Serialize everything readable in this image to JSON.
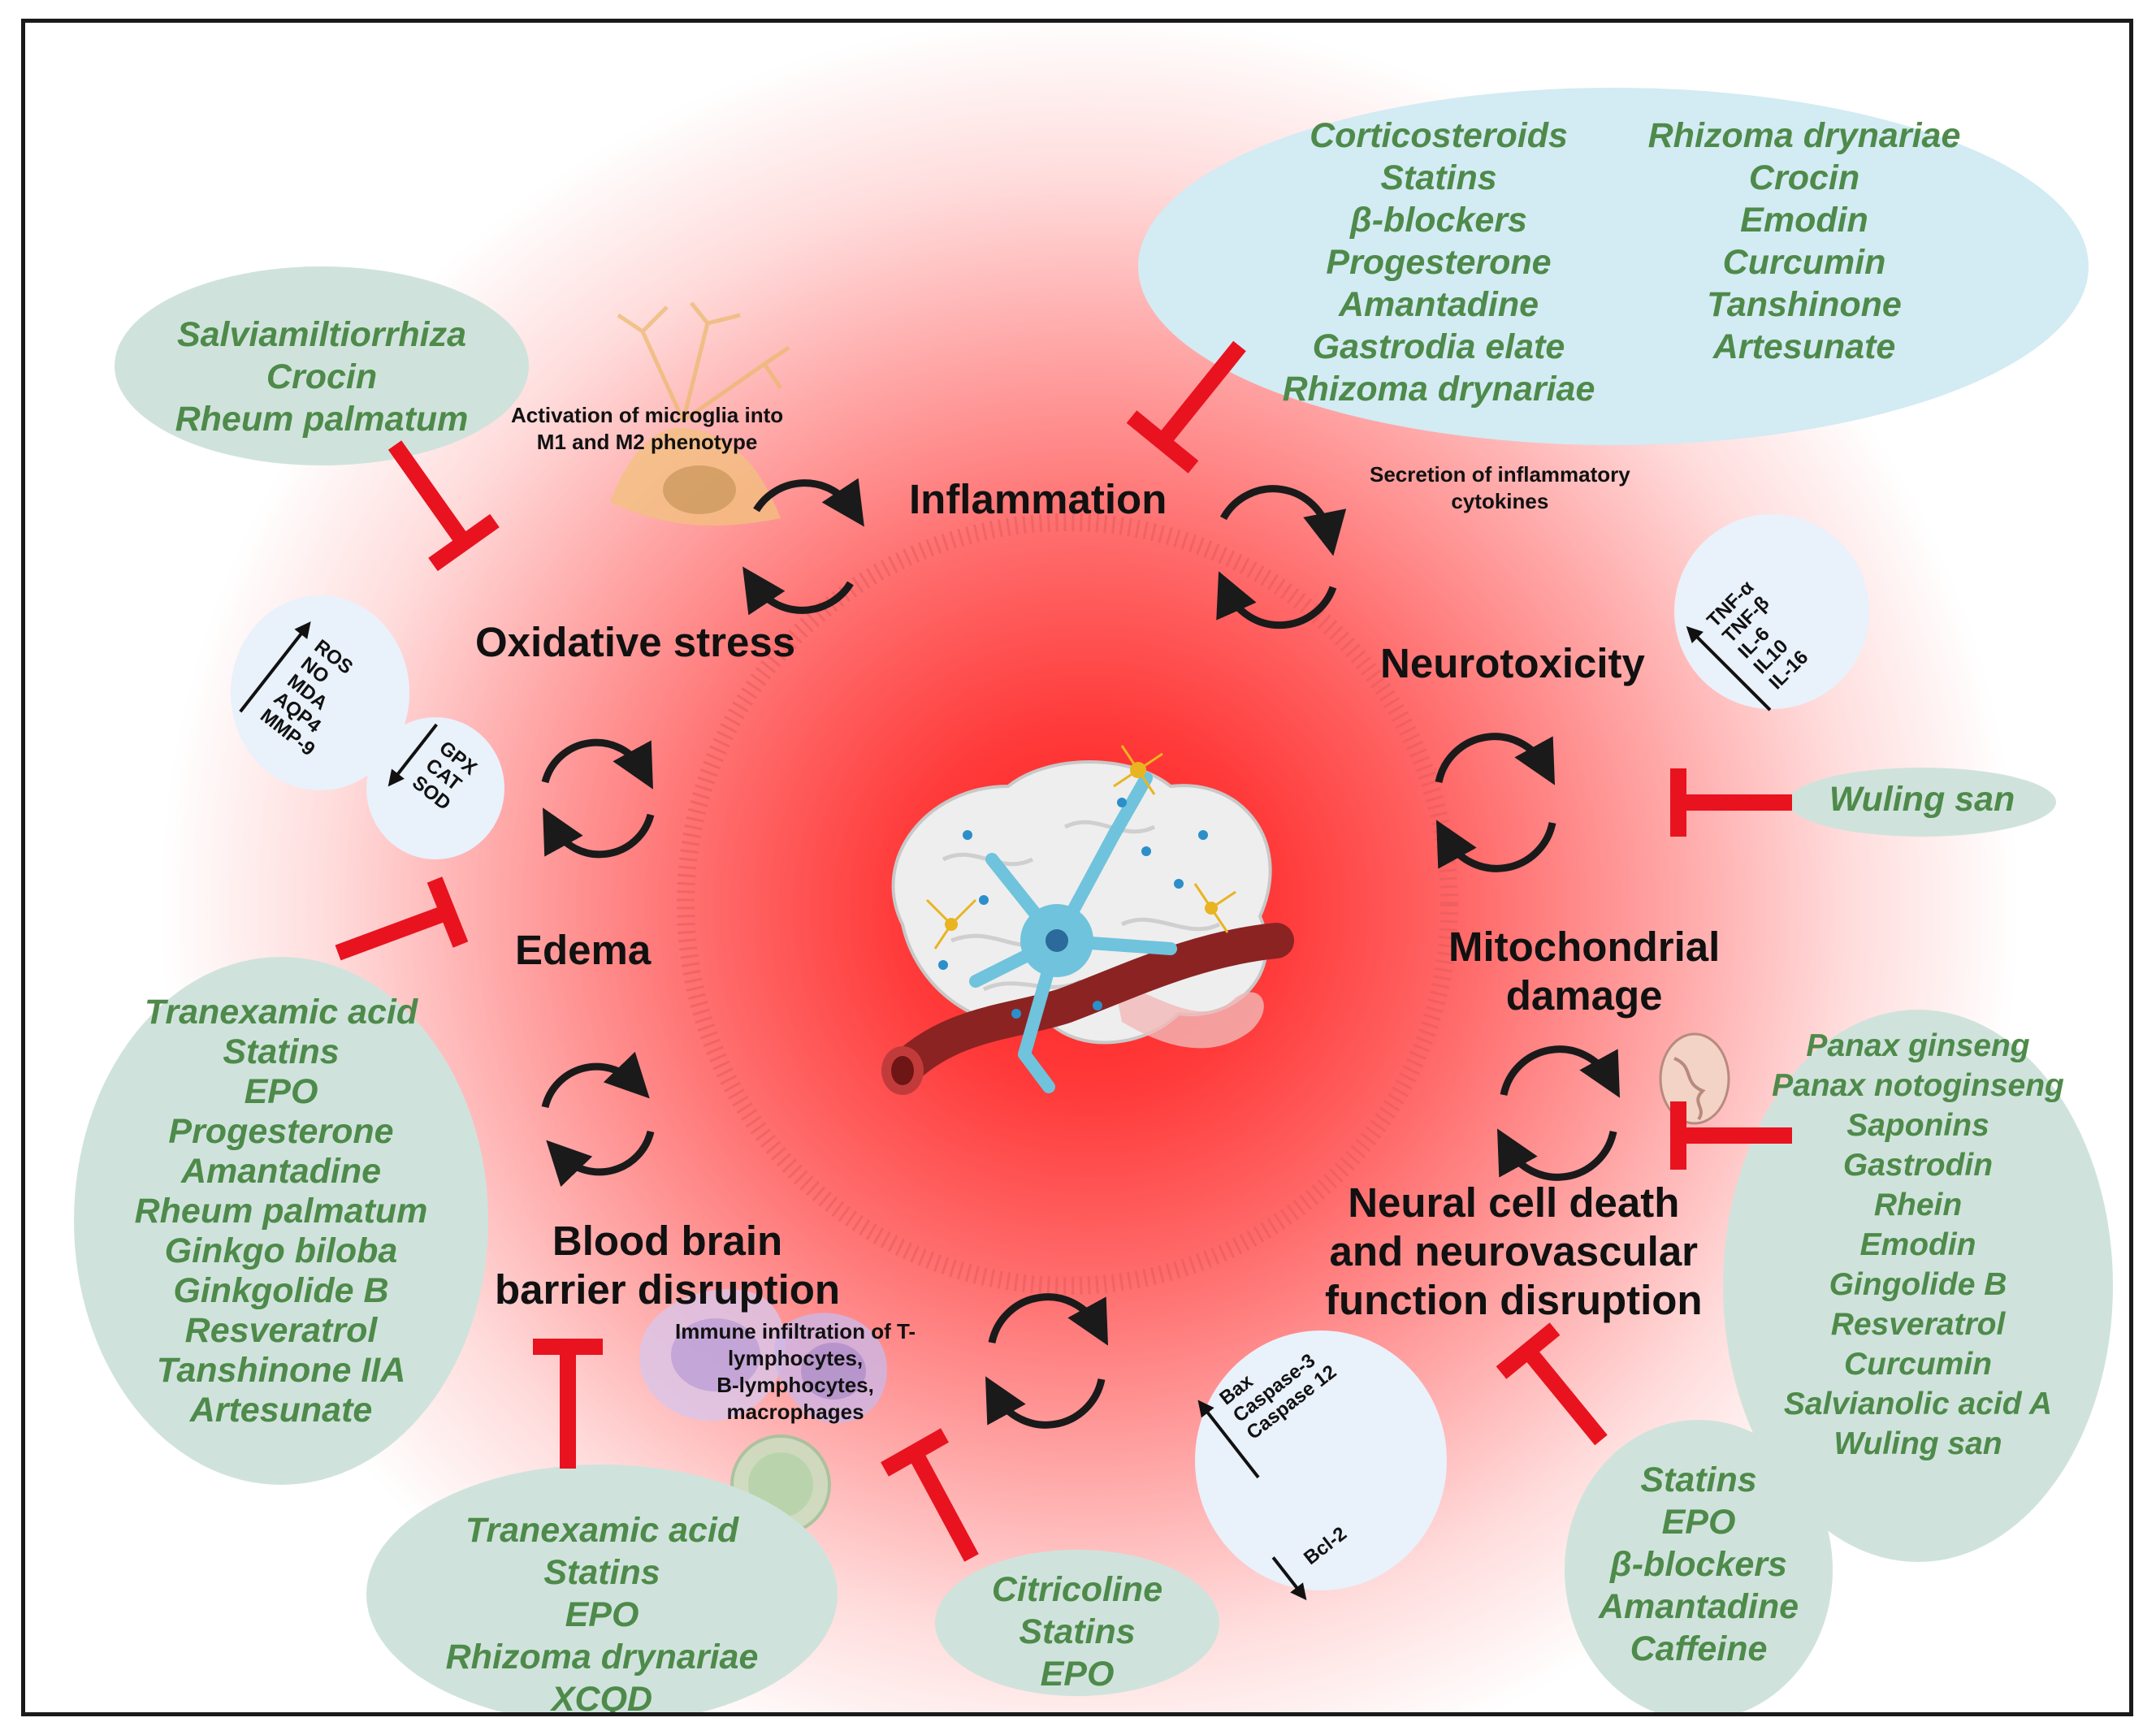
{
  "processes": {
    "oxidative_stress": "Oxidative stress",
    "inflammation": "Inflammation",
    "neurotoxicity": "Neurotoxicity",
    "edema": "Edema",
    "mitochondrial_damage": [
      "Mitochondrial",
      "damage"
    ],
    "bbb_disruption": [
      "Blood brain",
      "barrier disruption"
    ],
    "neural_cell_death": [
      "Neural cell death",
      "and neurovascular",
      "function  disruption"
    ]
  },
  "annotations": {
    "microglia": [
      "Activation of microglia into",
      "M1 and M2 phenotype"
    ],
    "cytokine_secretion": [
      "Secretion of inflammatory",
      "cytokines"
    ],
    "immune_infiltration": [
      "Immune infiltration of T-",
      "lymphocytes,",
      "B-lymphocytes,",
      "macrophages"
    ]
  },
  "markers": {
    "cytokines_up": [
      "TNF-α",
      "TNF-β",
      "IL-6",
      "IL10",
      "IL-16"
    ],
    "oxidative_up": [
      "ROS",
      "NO",
      "MDA",
      "AQP4",
      "MMP-9"
    ],
    "antioxidant_down": [
      "GPX",
      "CAT",
      "SOD"
    ],
    "apoptosis_up": [
      "Bax",
      "Caspase-3",
      "Caspase 12"
    ],
    "apoptosis_down": [
      "Bcl-2"
    ]
  },
  "treatments": {
    "inflammation_left": [
      "Corticosteroids",
      "Statins",
      "β-blockers",
      "Progesterone",
      "Amantadine",
      "Gastrodia elate",
      "Rhizoma drynariae"
    ],
    "inflammation_right": [
      "Rhizoma drynariae",
      "Crocin",
      "Emodin",
      "Curcumin",
      "Tanshinone",
      "Artesunate"
    ],
    "oxidative_stress": [
      "Salviamiltiorrhiza",
      "Crocin",
      "Rheum palmatum"
    ],
    "neurotoxicity": [
      "Wuling san"
    ],
    "edema": [
      "Tranexamic acid",
      "Statins",
      "EPO",
      "Progesterone",
      "Amantadine",
      "Rheum palmatum",
      "Ginkgo biloba",
      "Ginkgolide B",
      "Resveratrol",
      "Tanshinone IIA",
      "Artesunate"
    ],
    "mitochondrial": [
      "Panax ginseng",
      "Panax notoginseng",
      "Saponins",
      "Gastrodin",
      "Rhein",
      "Emodin",
      "Gingolide B",
      "Resveratrol",
      "Curcumin",
      "Salvianolic acid A",
      "Wuling san"
    ],
    "bbb": [
      "Tranexamic acid",
      "Statins",
      "EPO",
      "Rhizoma drynariae",
      "XCQD"
    ],
    "immune": [
      "Citricoline",
      "Statins",
      "EPO"
    ],
    "neural_death": [
      "Statins",
      "EPO",
      "β-blockers",
      "Amantadine",
      "Caffeine"
    ]
  },
  "colors": {
    "drug_text": "#4e8a4a",
    "inhibitor": "#e8131f",
    "green_bubble": "#cfe3dc",
    "blue_bubble": "#d3ebf3",
    "center_red": "#ff1f1f"
  }
}
